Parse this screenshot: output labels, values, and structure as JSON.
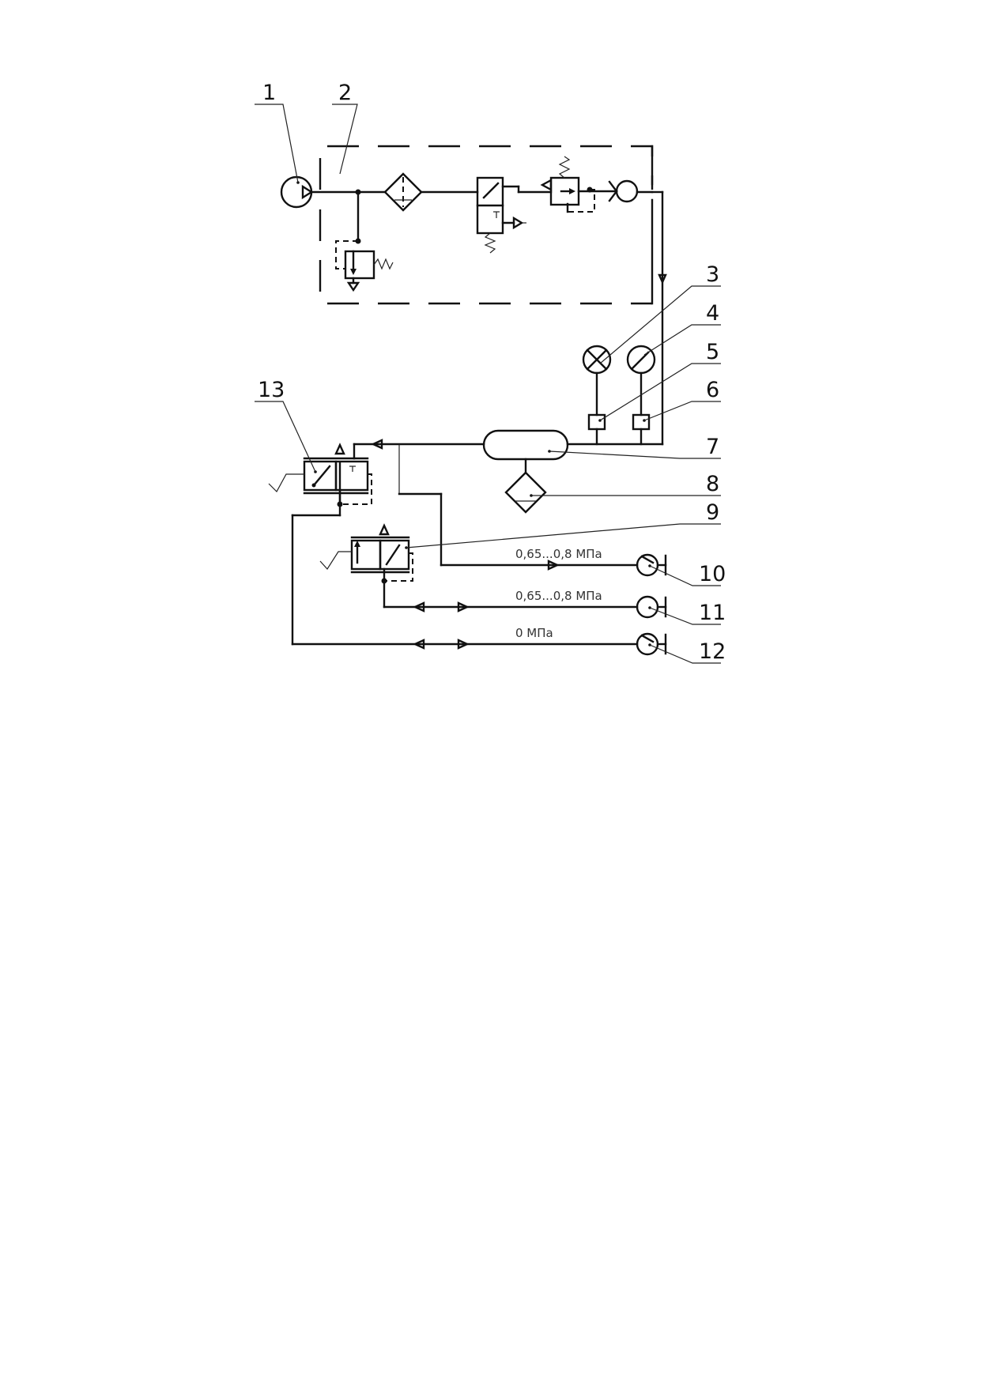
{
  "labels": {
    "n1": "1",
    "n2": "2",
    "n3": "3",
    "n4": "4",
    "n5": "5",
    "n6": "6",
    "n7": "7",
    "n8": "8",
    "n9": "9",
    "n10": "10",
    "n11": "11",
    "n12": "12",
    "n13": "13"
  },
  "pressure": {
    "line1": "0,65...0,8 МПа",
    "line2": "0,65...0,8 МПа",
    "line3": "0 МПа"
  }
}
